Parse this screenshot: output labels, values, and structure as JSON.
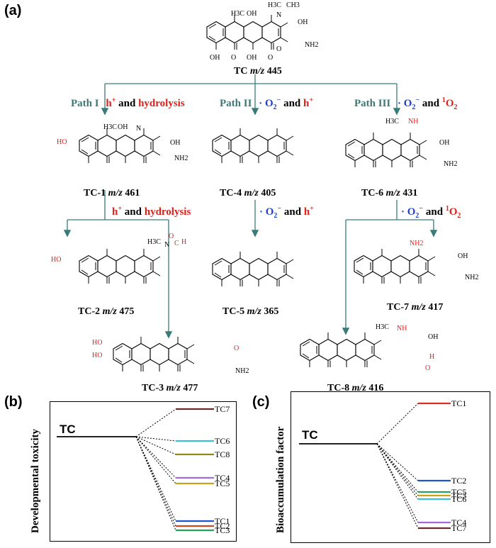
{
  "panel_a": {
    "label": "(a)",
    "parent": {
      "name": "TC",
      "mz": "m/z",
      "value": "445"
    },
    "paths": [
      {
        "name": "Path I",
        "cond1": "h",
        "cond1_sup": "+",
        "and": "and",
        "cond2": "hydrolysis"
      },
      {
        "name": "Path II",
        "cond1": "· O",
        "cond1_sub": "2",
        "cond1_sup": "−",
        "and": "and",
        "cond2": "h",
        "cond2_sup": "+"
      },
      {
        "name": "Path III",
        "cond1": "· O",
        "cond1_sub": "2",
        "cond1_sup": "−",
        "and": "and",
        "cond2": "O",
        "cond2_pre": "1",
        "cond2_sub": "2"
      }
    ],
    "step2": [
      {
        "cond1": "h",
        "cond1_sup": "+",
        "and": "and",
        "cond2": "hydrolysis"
      },
      {
        "cond1": "· O",
        "cond1_sub": "2",
        "cond1_sup": "−",
        "and": "and",
        "cond2": "h",
        "cond2_sup": "+"
      },
      {
        "cond1": "· O",
        "cond1_sub": "2",
        "cond1_sup": "−",
        "and": "and",
        "cond2": "O",
        "cond2_pre": "1",
        "cond2_sub": "2"
      }
    ],
    "products": [
      {
        "id": "TC-1",
        "mz": "m/z",
        "value": "461"
      },
      {
        "id": "TC-4",
        "mz": "m/z",
        "value": "405"
      },
      {
        "id": "TC-6",
        "mz": "m/z",
        "value": "431"
      },
      {
        "id": "TC-2",
        "mz": "m/z",
        "value": "475"
      },
      {
        "id": "TC-5",
        "mz": "m/z",
        "value": "365"
      },
      {
        "id": "TC-7",
        "mz": "m/z",
        "value": "417"
      },
      {
        "id": "TC-3",
        "mz": "m/z",
        "value": "477"
      },
      {
        "id": "TC-8",
        "mz": "m/z",
        "value": "416"
      }
    ],
    "atoms": {
      "h3c": "H3C",
      "oh": "OH",
      "nh2": "NH2",
      "o": "O",
      "n": "N",
      "ch3": "CH3",
      "h": "H",
      "c": "C",
      "nh": "NH",
      "ho": "HO",
      "h3c_n": "H3C",
      "ch3_n": "CH3"
    }
  },
  "panel_b": {
    "label": "(b)",
    "ylabel": "Developmental toxicity",
    "parent": "TC",
    "items": [
      "TC7",
      "TC6",
      "TC8",
      "TC4",
      "TC5",
      "TC1",
      "TC2",
      "TC3"
    ],
    "colors": {
      "TC7": "#6b2a2a",
      "TC6": "#3ec1d3",
      "TC8": "#8c8a1a",
      "TC4": "#a36bd6",
      "TC5": "#c8a21a",
      "TC1": "#1e55c8",
      "TC2": "#c84a20",
      "TC3": "#2aa060"
    }
  },
  "panel_c": {
    "label": "(c)",
    "ylabel": "Bioaccumulation factor",
    "parent": "TC",
    "items": [
      "TC1",
      "TC2",
      "TC5",
      "TC3",
      "TC6",
      "TC4",
      "TC7"
    ],
    "colors": {
      "TC1": "#d0302a",
      "TC2": "#1e55c8",
      "TC5": "#2aa060",
      "TC3": "#c8a21a",
      "TC6": "#3ec1d3",
      "TC4": "#a36bd6",
      "TC7": "#6b2a2a"
    }
  }
}
